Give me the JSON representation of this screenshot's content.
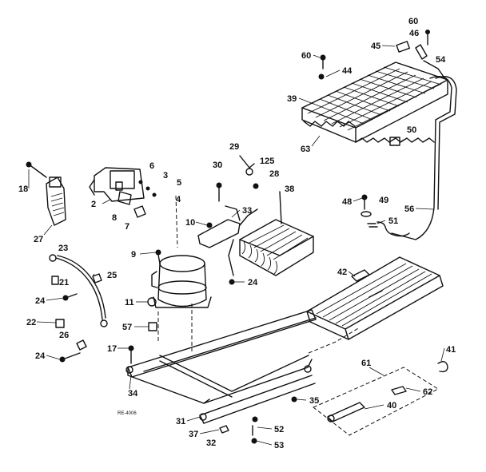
{
  "callouts": [
    "60",
    "46",
    "45",
    "54",
    "60",
    "44",
    "39",
    "63",
    "50",
    "29",
    "125",
    "28",
    "30",
    "38",
    "6",
    "3",
    "5",
    "4",
    "2",
    "8",
    "7",
    "18",
    "27",
    "23",
    "21",
    "25",
    "24",
    "48",
    "49",
    "51",
    "56",
    "10",
    "33",
    "9",
    "24",
    "11",
    "42",
    "22",
    "57",
    "26",
    "24",
    "17",
    "34",
    "41",
    "61",
    "62",
    "35",
    "40",
    "31",
    "37",
    "52",
    "32",
    "53"
  ],
  "footer_code": "RE-4006"
}
